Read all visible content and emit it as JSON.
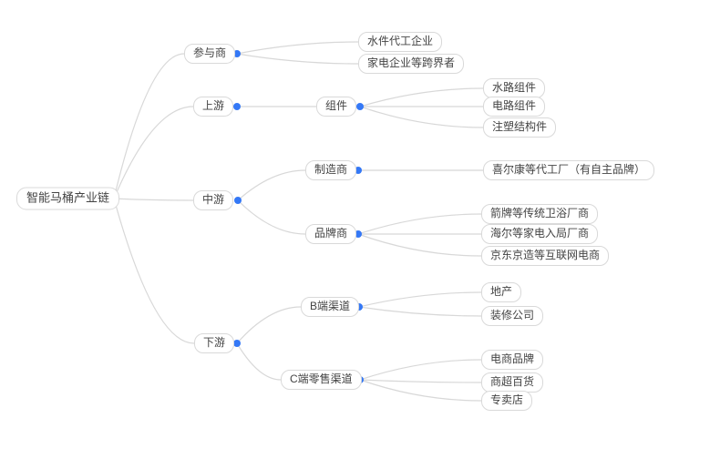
{
  "colors": {
    "accent_dot": "#3478f6",
    "node_border": "#d9d9d9",
    "node_text": "#434343",
    "connector_line": "#d8d8d8",
    "canvas_bg": "#ffffff"
  },
  "tree": {
    "root": {
      "label": "智能马桶产业链"
    },
    "branches": [
      {
        "label": "参与商",
        "children": [
          {
            "label": "水件代工企业"
          },
          {
            "label": "家电企业等跨界者"
          }
        ]
      },
      {
        "label": "上游",
        "children": [
          {
            "label": "组件",
            "children": [
              {
                "label": "水路组件"
              },
              {
                "label": "电路组件"
              },
              {
                "label": "注塑结构件"
              }
            ]
          }
        ]
      },
      {
        "label": "中游",
        "children": [
          {
            "label": "制造商",
            "children": [
              {
                "label": "喜尔康等代工厂（有自主品牌）"
              }
            ]
          },
          {
            "label": "品牌商",
            "children": [
              {
                "label": "箭牌等传统卫浴厂商"
              },
              {
                "label": "海尔等家电入局厂商"
              },
              {
                "label": "京东京造等互联网电商"
              }
            ]
          }
        ]
      },
      {
        "label": "下游",
        "children": [
          {
            "label": "B端渠道",
            "children": [
              {
                "label": "地产"
              },
              {
                "label": "装修公司"
              }
            ]
          },
          {
            "label": "C端零售渠道",
            "children": [
              {
                "label": "电商品牌"
              },
              {
                "label": "商超百货"
              },
              {
                "label": "专卖店"
              }
            ]
          }
        ]
      }
    ]
  }
}
